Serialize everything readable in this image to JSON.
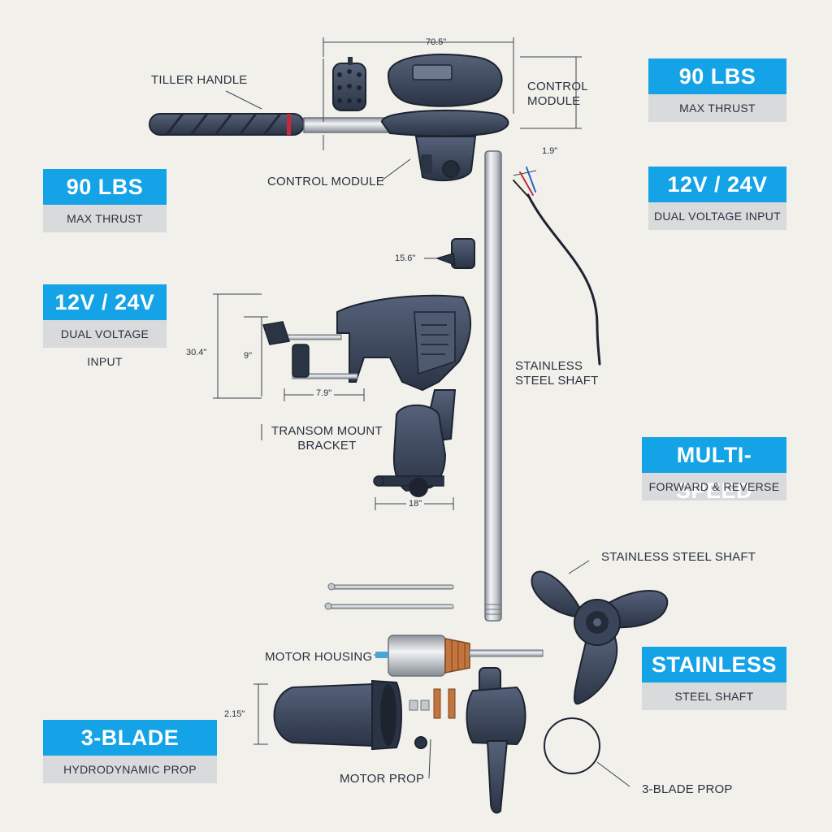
{
  "labels": {
    "tiller_handle": "TILLER HANDLE",
    "control_module_top": "CONTROL\nMODULE",
    "control_module": "CONTROL MODULE",
    "stainless_shaft_mid": "STAINLESS\nSTEEL SHAFT",
    "transom_mount": "TRANSOM MOUNT\nBRACKET",
    "stainless_shaft_prop": "STAINLESS STEEL SHAFT",
    "motor_housing": "MOTOR HOUSING",
    "motor_prop": "MOTOR PROP",
    "three_blade_prop": "3-BLADE PROP"
  },
  "dimensions": {
    "width_top": "70.5\"",
    "cable": "1.9\"",
    "knob": "15.6\"",
    "bracket_height": "30.4\"",
    "bracket_inner": "9\"",
    "bracket_width": "7.9\"",
    "clamp_base": "18\"",
    "housing": "2.15\""
  },
  "badges": {
    "left_1": {
      "value": "90 LBS",
      "caption": "MAX THRUST"
    },
    "left_2": {
      "value": "12V / 24V",
      "caption": "DUAL VOLTAGE INPUT"
    },
    "left_3": {
      "value": "3-BLADE",
      "caption": "HYDRODYNAMIC PROP"
    },
    "right_1": {
      "value": "90 LBS",
      "caption": "MAX THRUST"
    },
    "right_2": {
      "value": "12V / 24V",
      "caption": "DUAL VOLTAGE INPUT"
    },
    "right_3": {
      "value": "MULTI-SPEED",
      "caption": "FORWARD & REVERSE"
    },
    "right_4": {
      "value": "STAINLESS",
      "caption": "STEEL SHAFT"
    }
  },
  "colors": {
    "accent": "#13a3e6",
    "caption_bg": "#d8dadc",
    "part": "#3a4559",
    "background": "#f1f0eb"
  }
}
